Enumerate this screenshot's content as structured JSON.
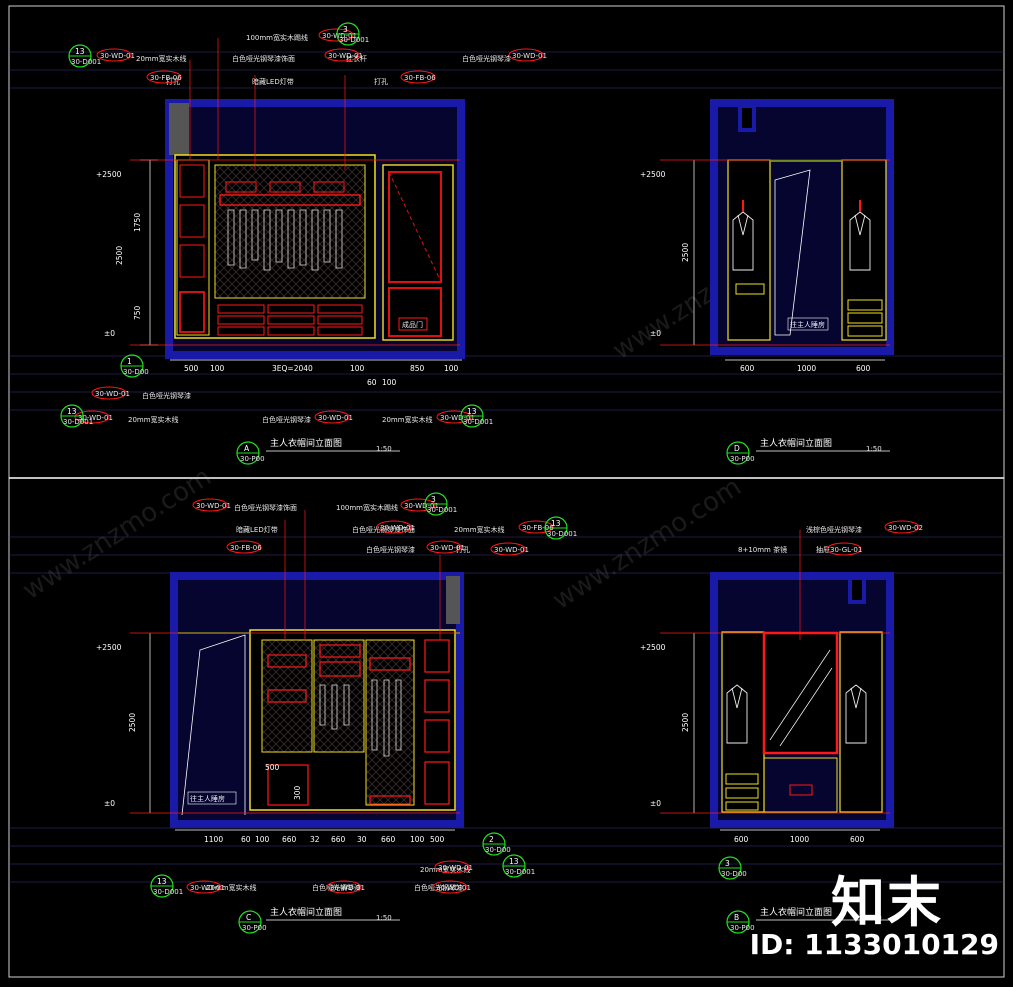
{
  "colors": {
    "background": "#000000",
    "wall": "#1a1aa8",
    "wall_fill": "#050530",
    "cabinet": "#f0e020",
    "accent_red": "#ff1818",
    "door_red": "#e01010",
    "dim_line": "#ffffff",
    "leader": "#ff2020",
    "tag_green": "#20e020",
    "guide_blue": "#3a3a8a",
    "wardrobe": "#f2f2f2"
  },
  "sheet": {
    "brand_text": "知末",
    "id_text": "ID: 1133010129",
    "watermark": "www.znzmo.com"
  },
  "views": [
    {
      "key": "A",
      "title": "主人衣帽间立面图",
      "scale": "1:50",
      "tag_letter": "A",
      "tag_sub": "30-P00",
      "levels": [
        "+2500",
        "±0"
      ],
      "heights": [
        "2500",
        "1750",
        "750"
      ],
      "bottom_dims": [
        "500",
        "100",
        "3EQ=2040",
        "100",
        "850",
        "100",
        "60",
        "100"
      ],
      "notes": [
        "20mm宽实木线",
        "打孔",
        "100mm宽实木踢线",
        "白色哑光钢琴漆饰面",
        "暗藏LED灯带",
        "挂衣杆",
        "打孔",
        "白色哑光钢琴漆",
        "白色哑光钢琴漆",
        "20mm宽实木线",
        "白色哑光钢琴漆",
        "20mm宽实木线",
        "成品门"
      ],
      "codes": [
        "30-WD-01",
        "30-FB-06",
        "30-WD-01",
        "30-WD-01",
        "30-FB-06",
        "30-WD-01",
        "30-WD-01",
        "30-WD-01",
        "30-WD-01",
        "30-WD-01"
      ],
      "circle_tags": [
        {
          "num": "13",
          "sub": "30-D001"
        },
        {
          "num": "3",
          "sub": "30-D001"
        },
        {
          "num": "1",
          "sub": "30-D00"
        },
        {
          "num": "13",
          "sub": "30-D001"
        },
        {
          "num": "13",
          "sub": "30-D001"
        }
      ]
    },
    {
      "key": "D",
      "title": "主人衣帽间立面图",
      "scale": "1:50",
      "tag_letter": "D",
      "tag_sub": "30-P00",
      "levels": [
        "+2500",
        "±0"
      ],
      "heights": [
        "2500"
      ],
      "bottom_dims": [
        "600",
        "1000",
        "600"
      ],
      "notes": [
        "往主人睡房"
      ]
    },
    {
      "key": "C",
      "title": "主人衣帽间立面图",
      "scale": "1:50",
      "tag_letter": "C",
      "tag_sub": "30-P00",
      "levels": [
        "+2500",
        "±0"
      ],
      "heights": [
        "2500",
        "500",
        "300"
      ],
      "bottom_dims": [
        "1100",
        "60",
        "100",
        "660",
        "32",
        "660",
        "30",
        "660",
        "100",
        "500"
      ],
      "notes": [
        "白色哑光钢琴漆饰面",
        "100mm宽实木踢线",
        "暗藏LED灯带",
        "白色哑光钢琴漆饰面",
        "20mm宽实木线",
        "白色哑光钢琴漆",
        "打孔",
        "往主人睡房",
        "20mm宽实木线",
        "白色哑光钢琴漆",
        "白色哑光钢琴漆",
        "20mm宽实木线"
      ],
      "codes": [
        "30-WD-01",
        "30-WD-01",
        "30-FB-06",
        "30-WD-01",
        "30-WD-01",
        "30-WD-01",
        "30-FB-06",
        "30-WD-01",
        "30-WD-01",
        "30-WD-01",
        "30-WD-01"
      ],
      "circle_tags": [
        {
          "num": "3",
          "sub": "30-D001"
        },
        {
          "num": "13",
          "sub": "30-D001"
        },
        {
          "num": "2",
          "sub": "30-D00"
        },
        {
          "num": "13",
          "sub": "30-D001"
        },
        {
          "num": "13",
          "sub": "30-D001"
        }
      ]
    },
    {
      "key": "B",
      "title": "主人衣帽间立面图",
      "scale": "1:50",
      "tag_letter": "B",
      "tag_sub": "30-P00",
      "levels": [
        "+2500",
        "±0"
      ],
      "heights": [
        "2500"
      ],
      "bottom_dims": [
        "600",
        "1000",
        "600"
      ],
      "notes": [
        "8+10mm 茶镜",
        "浅棕色哑光钢琴漆",
        "抽屉"
      ],
      "codes": [
        "30-WD-02",
        "30-GL-01"
      ],
      "circle_tags": [
        {
          "num": "3",
          "sub": "30-D00"
        }
      ]
    }
  ]
}
